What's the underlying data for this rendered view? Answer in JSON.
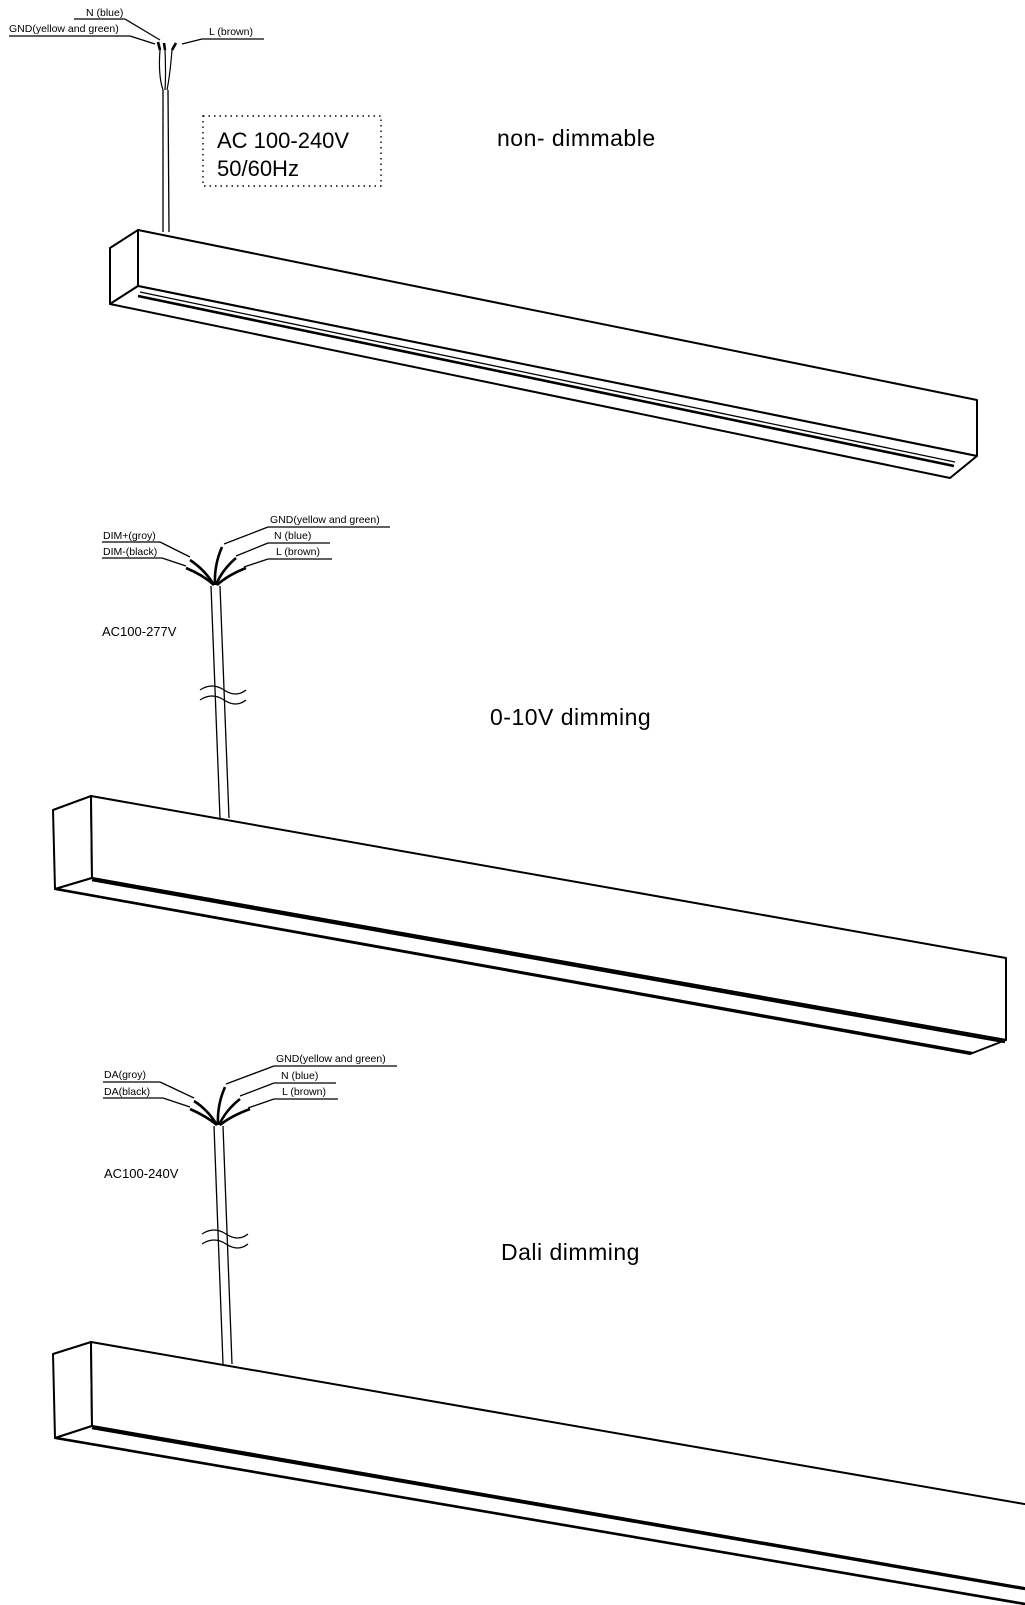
{
  "sections": [
    {
      "title": "non- dimmable",
      "voltage_box": {
        "line1": "AC 100-240V",
        "line2": "50/60Hz"
      },
      "wires": {
        "n": "N (blue)",
        "gnd": "GND(yellow and green)",
        "l": "L (brown)"
      }
    },
    {
      "title": "0-10V dimming",
      "voltage": "AC100-277V",
      "wires": {
        "dim_plus": "DIM+(groy)",
        "dim_minus": "DIM-(black)",
        "gnd": "GND(yellow and green)",
        "n": "N (blue)",
        "l": "L (brown)"
      }
    },
    {
      "title": "Dali dimming",
      "voltage": "AC100-240V",
      "wires": {
        "da1": "DA(groy)",
        "da2": "DA(black)",
        "gnd": "GND(yellow and green)",
        "n": "N (blue)",
        "l": "L (brown)"
      }
    }
  ]
}
